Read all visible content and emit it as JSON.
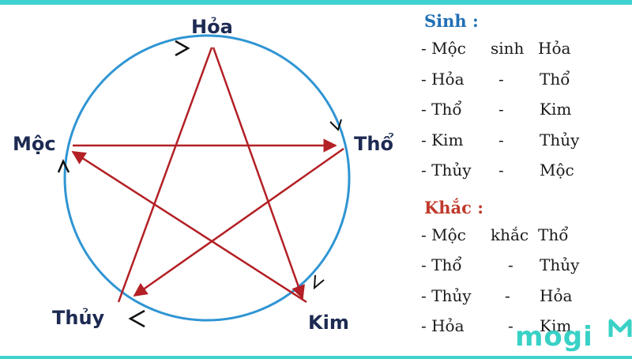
{
  "nodes": {
    "hoa": "Hỏa",
    "tho": "Thổ",
    "kim": "Kim",
    "thuy": "Thủy",
    "moc": "Mộc"
  },
  "legend": {
    "sinh": {
      "heading": "Sinh :",
      "rows": [
        {
          "a": "- Mộc",
          "b": "sinh",
          "c": "Hỏa"
        },
        {
          "a": "- Hỏa",
          "b": "-",
          "c": "Thổ"
        },
        {
          "a": "- Thổ",
          "b": "-",
          "c": "Kim"
        },
        {
          "a": "- Kim",
          "b": "-",
          "c": "Thủy"
        },
        {
          "a": "- Thủy",
          "b": "-",
          "c": "Mộc"
        }
      ]
    },
    "khac": {
      "heading": "Khắc :",
      "rows": [
        {
          "a": "- Mộc",
          "b": "khắc",
          "c": "Thổ"
        },
        {
          "a": "- Thổ",
          "b": "-",
          "c": "Thủy"
        },
        {
          "a": "- Thủy",
          "b": "-",
          "c": "Hỏa"
        },
        {
          "a": "- Hỏa",
          "b": "-",
          "c": "Kim"
        }
      ]
    }
  },
  "watermark": "mogi",
  "colors": {
    "circle": "#2f95d3",
    "star": "#b32025",
    "sinh_heading": "#1f6fb5",
    "khac_heading": "#c0392b",
    "brand": "#39d1c6"
  }
}
